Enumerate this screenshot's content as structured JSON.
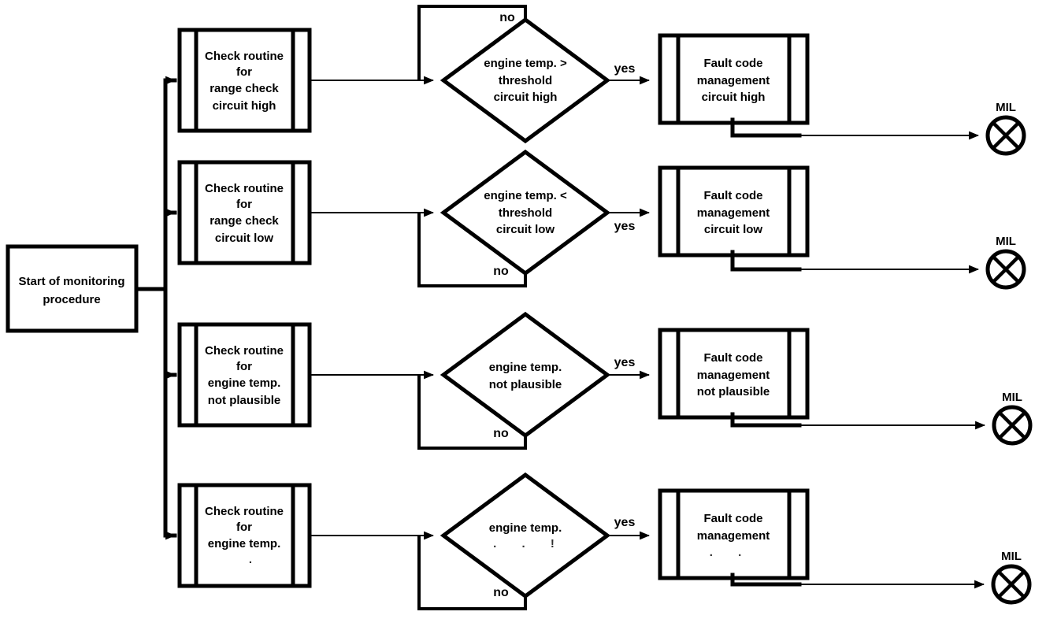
{
  "page": {
    "background": "#ffffff",
    "ink": "#000000"
  },
  "start_box": {
    "lines": [
      "Start of monitoring",
      "procedure"
    ]
  },
  "shared_labels": {
    "yes": "yes",
    "no": "no",
    "mil": "MIL"
  },
  "rows": [
    {
      "check_lines": [
        "Check routine",
        "for",
        "range check",
        "circuit high"
      ],
      "decision_lines": [
        "engine temp. >",
        "threshold",
        "circuit high"
      ],
      "fault_lines": [
        "Fault code",
        "management",
        "circuit high"
      ],
      "no_branch": "top"
    },
    {
      "check_lines": [
        "Check routine",
        "for",
        "range check",
        "circuit low"
      ],
      "decision_lines": [
        "engine temp. <",
        "threshold",
        "circuit low"
      ],
      "fault_lines": [
        "Fault code",
        "management",
        "circuit low"
      ],
      "no_branch": "bottom"
    },
    {
      "check_lines": [
        "Check routine",
        "for",
        "engine temp.",
        "not plausible"
      ],
      "decision_lines": [
        "engine temp.",
        "not plausible"
      ],
      "fault_lines": [
        "Fault code",
        "management",
        "not plausible"
      ],
      "no_branch": "bottom"
    },
    {
      "check_lines": [
        "Check routine",
        "for",
        "engine temp.",
        "."
      ],
      "decision_lines": [
        "engine temp.",
        ". . !"
      ],
      "fault_lines": [
        "Fault code",
        "management",
        ". ."
      ],
      "no_branch": "bottom"
    }
  ]
}
